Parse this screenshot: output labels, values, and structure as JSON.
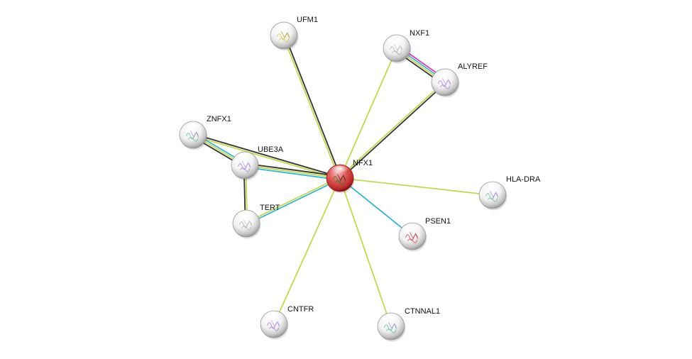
{
  "network": {
    "nodes": [
      {
        "id": "NFX1",
        "label": "NFX1",
        "query": true,
        "structure": "mixed"
      },
      {
        "id": "UFM1",
        "label": "UFM1",
        "structure": "yellow"
      },
      {
        "id": "NXF1",
        "label": "NXF1",
        "structure": "plain"
      },
      {
        "id": "ALYREF",
        "label": "ALYREF",
        "structure": "purple"
      },
      {
        "id": "ZNFX1",
        "label": "ZNFX1",
        "structure": "mixed"
      },
      {
        "id": "UBE3A",
        "label": "UBE3A",
        "structure": "purple"
      },
      {
        "id": "TERT",
        "label": "TERT",
        "structure": "plain"
      },
      {
        "id": "HLA-DRA",
        "label": "HLA-DRA",
        "structure": "mixed"
      },
      {
        "id": "PSEN1",
        "label": "PSEN1",
        "structure": "red"
      },
      {
        "id": "CNTFR",
        "label": "CNTFR",
        "structure": "purple"
      },
      {
        "id": "CTNNAL1",
        "label": "CTNNAL1",
        "structure": "mixed"
      }
    ],
    "edges": [
      {
        "source": "NFX1",
        "target": "UFM1",
        "evidence": [
          "textmining",
          "coexpression"
        ]
      },
      {
        "source": "NFX1",
        "target": "NXF1",
        "evidence": [
          "textmining"
        ]
      },
      {
        "source": "NFX1",
        "target": "ALYREF",
        "evidence": [
          "textmining",
          "coexpression"
        ]
      },
      {
        "source": "NFX1",
        "target": "ZNFX1",
        "evidence": [
          "textmining",
          "coexpression"
        ]
      },
      {
        "source": "NFX1",
        "target": "UBE3A",
        "evidence": [
          "database",
          "textmining",
          "coexpression"
        ]
      },
      {
        "source": "NFX1",
        "target": "TERT",
        "evidence": [
          "database",
          "textmining"
        ]
      },
      {
        "source": "NFX1",
        "target": "HLA-DRA",
        "evidence": [
          "textmining"
        ]
      },
      {
        "source": "NFX1",
        "target": "PSEN1",
        "evidence": [
          "database"
        ]
      },
      {
        "source": "NFX1",
        "target": "CNTFR",
        "evidence": [
          "textmining"
        ]
      },
      {
        "source": "NFX1",
        "target": "CTNNAL1",
        "evidence": [
          "textmining"
        ]
      },
      {
        "source": "NXF1",
        "target": "ALYREF",
        "evidence": [
          "experiments",
          "database",
          "textmining",
          "coexpression"
        ]
      },
      {
        "source": "ZNFX1",
        "target": "UBE3A",
        "evidence": [
          "database",
          "textmining",
          "coexpression"
        ]
      },
      {
        "source": "UBE3A",
        "target": "TERT",
        "evidence": [
          "textmining",
          "coexpression"
        ]
      }
    ]
  },
  "colors": {
    "textmining": "#c6d84a",
    "coexpression": "#333333",
    "database": "#33b7d9",
    "experiments": "#dd33bb",
    "query_node": "#d9363e",
    "node": "#e6e6e6"
  }
}
